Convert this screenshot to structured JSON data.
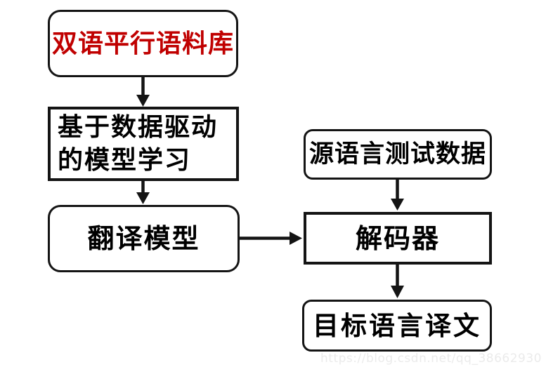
{
  "colors": {
    "background": "#ffffff",
    "stroke": "#141414",
    "node_text": "#000000",
    "corpus_text": "#c00000",
    "watermark_text": "#ebebeb"
  },
  "diagram": {
    "type": "flowchart",
    "nodes": {
      "corpus": {
        "label": "双语平行语料库",
        "shape": "rounded-rect",
        "text_color": "#c00000"
      },
      "training": {
        "lines": [
          "基于数据驱动",
          "的模型学习"
        ],
        "shape": "rect",
        "text_color": "#000000"
      },
      "model": {
        "label": "翻译模型",
        "shape": "rounded-rect",
        "text_color": "#000000"
      },
      "testdata": {
        "label": "源语言测试数据",
        "shape": "rounded-rect",
        "text_color": "#000000"
      },
      "decoder": {
        "label": "解码器",
        "shape": "rect",
        "text_color": "#000000"
      },
      "output": {
        "label": "目标语言译文",
        "shape": "rounded-rect",
        "text_color": "#000000"
      }
    },
    "edges": [
      {
        "from": "corpus",
        "to": "training",
        "direction": "down"
      },
      {
        "from": "training",
        "to": "model",
        "direction": "down"
      },
      {
        "from": "model",
        "to": "decoder",
        "direction": "right"
      },
      {
        "from": "testdata",
        "to": "decoder",
        "direction": "down"
      },
      {
        "from": "decoder",
        "to": "output",
        "direction": "down"
      }
    ]
  },
  "watermark": {
    "text": "https://blog.csdn.net/qq_38662930"
  }
}
